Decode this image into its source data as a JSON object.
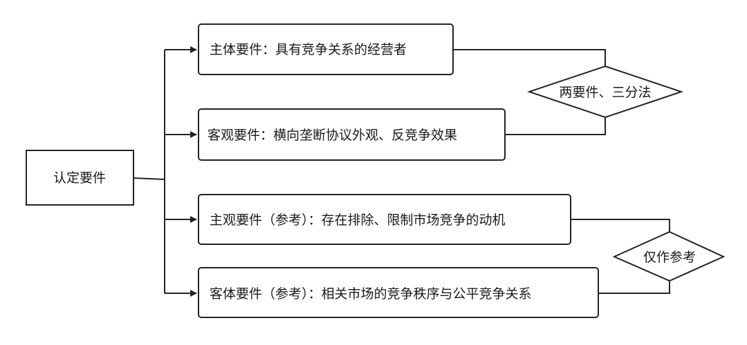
{
  "root": {
    "label": "认定要件"
  },
  "elements": [
    {
      "label": "主体要件：具有竞争关系的经营者"
    },
    {
      "label": "客观要件：横向垄断协议外观、反竞争效果"
    },
    {
      "label": "主观要件（参考）：存在排除、限制市场竞争的动机"
    },
    {
      "label": "客体要件（参考）：相关市场的竞争秩序与公平竞争关系"
    }
  ],
  "groups": [
    {
      "label": "两要件、三分法"
    },
    {
      "label": "仅作参考"
    }
  ]
}
